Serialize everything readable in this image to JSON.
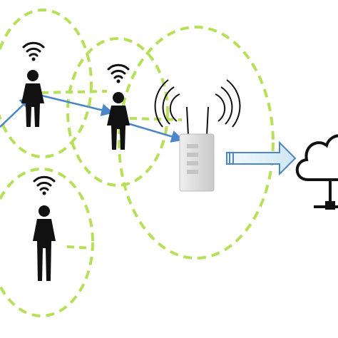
{
  "diagram": {
    "zones": [
      "zone-user-top-left",
      "zone-user-center",
      "zone-access-point",
      "zone-user-bottom-left"
    ],
    "nodes": [
      {
        "id": "user-top-left",
        "kind": "person",
        "icons": [
          "person-icon",
          "wifi-icon"
        ]
      },
      {
        "id": "user-center",
        "kind": "person",
        "icons": [
          "person-icon",
          "wifi-icon"
        ]
      },
      {
        "id": "user-bottom-left",
        "kind": "person",
        "icons": [
          "person-icon",
          "wifi-icon"
        ]
      },
      {
        "id": "access-point",
        "kind": "wireless-access-point",
        "icons": [
          "router-icon",
          "antenna-icon"
        ]
      },
      {
        "id": "cloud",
        "kind": "network-cloud",
        "icons": [
          "cloud-icon"
        ]
      }
    ],
    "connections": [
      {
        "from": "offscreen-left",
        "to": "user-top-left",
        "style": "blue-arrow"
      },
      {
        "from": "user-top-left",
        "to": "user-center",
        "style": "blue-arrow"
      },
      {
        "from": "user-center",
        "to": "access-point",
        "style": "blue-arrow"
      },
      {
        "from": "access-point",
        "to": "cloud",
        "style": "hollow-arrow"
      }
    ],
    "colors": {
      "zone": "#b7e05a",
      "link": "#4a86c8",
      "arrow_fill": "#d9edf8",
      "icon": "#111111",
      "device": "#e4e4e4"
    }
  }
}
